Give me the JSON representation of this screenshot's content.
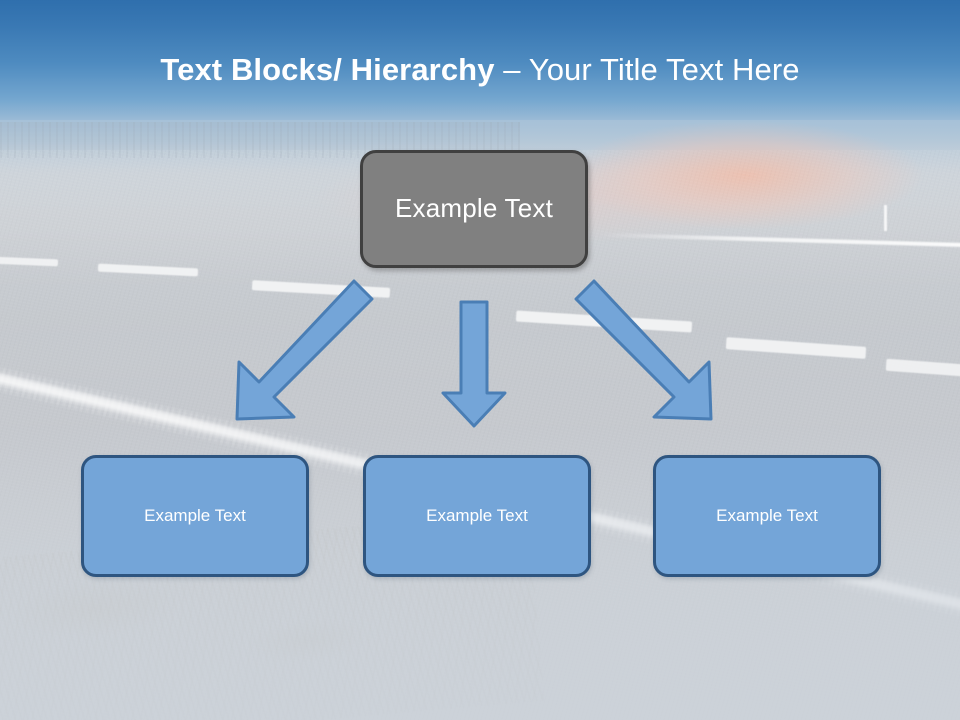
{
  "slide": {
    "title": {
      "bold_part": "Text Blocks/ Hierarchy",
      "separator": " – ",
      "light_part": "Your Title Text Here"
    },
    "background": {
      "scene": "highway-road-photo",
      "sky_color": "#3a79b4",
      "road_color": "#c6cacf",
      "haze_color": "#f7bAa2"
    },
    "diagram": {
      "type": "hierarchy",
      "top_node": {
        "label": "Example Text",
        "fill": "#808080",
        "border": "#404040",
        "text_color": "#ffffff"
      },
      "child_nodes": [
        {
          "label": "Example Text",
          "fill": "#74a5d8",
          "border": "#2e5580",
          "text_color": "#ffffff"
        },
        {
          "label": "Example Text",
          "fill": "#74a5d8",
          "border": "#2e5580",
          "text_color": "#ffffff"
        },
        {
          "label": "Example Text",
          "fill": "#74a5d8",
          "border": "#2e5580",
          "text_color": "#ffffff"
        }
      ],
      "connectors": [
        {
          "name": "arrow-left",
          "direction": "down-left",
          "fill": "#74a5d8",
          "border": "#4a7eb5"
        },
        {
          "name": "arrow-center",
          "direction": "down",
          "fill": "#74a5d8",
          "border": "#4a7eb5"
        },
        {
          "name": "arrow-right",
          "direction": "down-right",
          "fill": "#74a5d8",
          "border": "#4a7eb5"
        }
      ]
    }
  }
}
